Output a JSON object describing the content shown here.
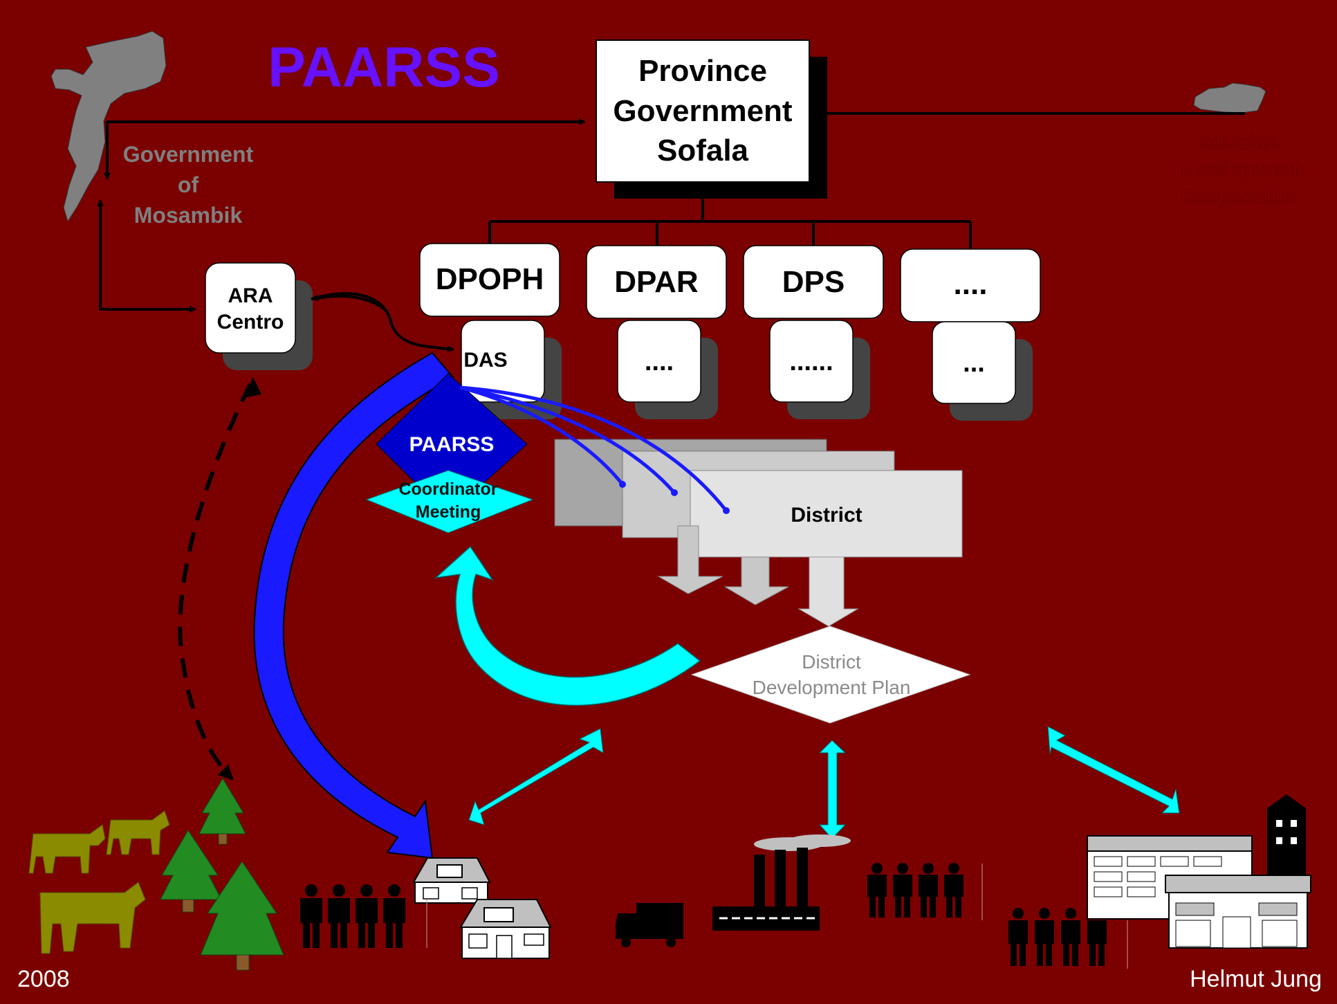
{
  "title": "PAARSS",
  "province": {
    "line1": "Province",
    "line2": "Government",
    "line3": "Sofala"
  },
  "gov_moz": {
    "line1": "Government",
    "line2": "of",
    "line3": "Mosambik"
  },
  "austrian": {
    "line1": "Austrian",
    "line2": "Development",
    "line3": "Cooperation"
  },
  "departments": [
    "DPOPH",
    "DPAR",
    "DPS",
    "...."
  ],
  "sub_units": [
    "DAS",
    "....",
    "......",
    "..."
  ],
  "ara": {
    "line1": "ARA",
    "line2": "Centro"
  },
  "paarss_diamond": "PAARSS",
  "coordinator": {
    "line1": "Coordinator",
    "line2": "Meeting"
  },
  "district": "District",
  "ddp": {
    "line1": "District",
    "line2": "Development Plan"
  },
  "footer": {
    "year": "2008",
    "author": "Helmut Jung"
  },
  "colors": {
    "background": "#7b0000",
    "title": "#6611ff",
    "blue_arrow": "#1a1aff",
    "cyan": "#00ffff",
    "austrian_text": "#800000"
  }
}
